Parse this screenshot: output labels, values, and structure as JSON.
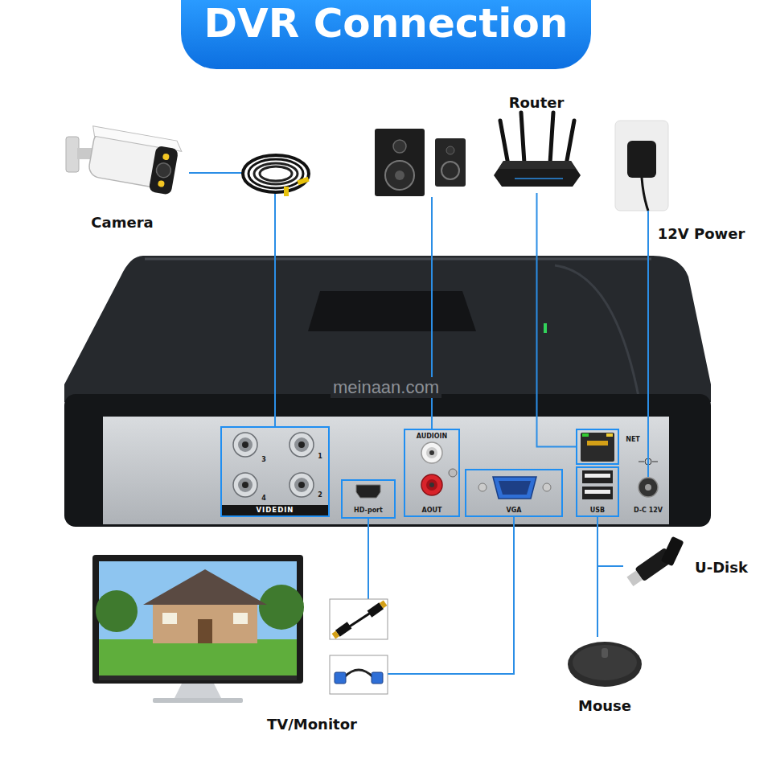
{
  "diagram": {
    "title": "DVR Connection",
    "nodes": [
      {
        "text": [
          "Camera"
        ]
      },
      {
        "text": [
          "Router"
        ]
      },
      {
        "text": [
          "12V Power"
        ]
      },
      {
        "text": [
          "3",
          "1",
          "4",
          "2",
          "VIDEDIN"
        ]
      },
      {
        "text": [
          "AUDIOIN",
          "AOUT"
        ]
      },
      {
        "text": [
          "NET"
        ]
      },
      {
        "text": [
          "HD-port"
        ]
      },
      {
        "text": [
          "VGA"
        ]
      },
      {
        "text": [
          "USB"
        ]
      },
      {
        "text": [
          "U-Disk"
        ]
      },
      {
        "text": [
          "TV/Monitor"
        ]
      },
      {
        "text": [
          "Mouse"
        ]
      }
    ],
    "edges": [
      {
        "from": 0,
        "to": 3,
        "arrow": "none"
      },
      {
        "from": 1,
        "to": 5,
        "arrow": "none"
      },
      {
        "from": 6,
        "to": 10,
        "arrow": "none"
      },
      {
        "from": 7,
        "to": 10,
        "arrow": "none"
      },
      {
        "from": 8,
        "to": 9,
        "arrow": "none"
      },
      {
        "from": 8,
        "to": 11,
        "arrow": "none"
      }
    ],
    "labels": [
      "meinaan.com",
      "D-C 12V"
    ]
  }
}
